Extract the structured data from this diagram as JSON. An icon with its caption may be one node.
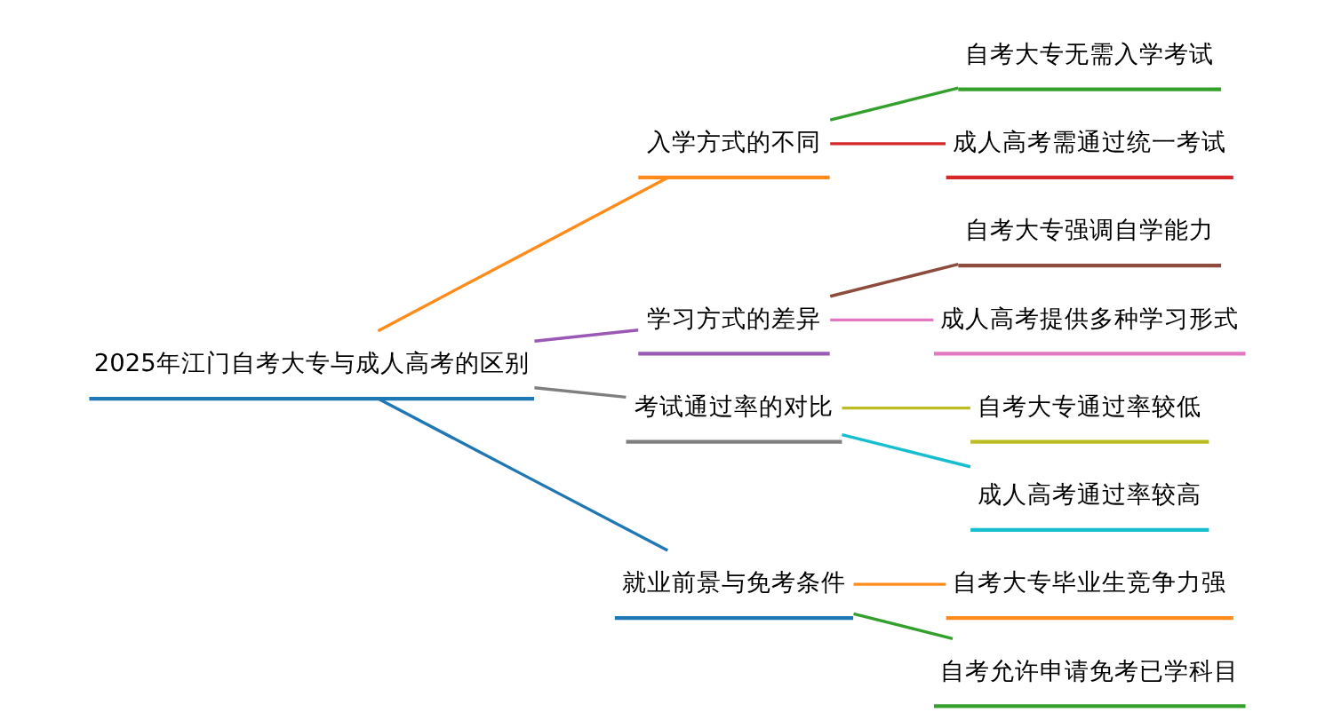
{
  "diagram": {
    "nodes": [
      {
        "text": [
          "2025年江门自考大专与成人高考的区别"
        ]
      },
      {
        "text": [
          "入学方式的不同"
        ]
      },
      {
        "text": [
          "自考大专无需入学考试"
        ]
      },
      {
        "text": [
          "成人高考需通过统一考试"
        ]
      },
      {
        "text": [
          "学习方式的差异"
        ]
      },
      {
        "text": [
          "自考大专强调自学能力"
        ]
      },
      {
        "text": [
          "成人高考提供多种学习形式"
        ]
      },
      {
        "text": [
          "考试通过率的对比"
        ]
      },
      {
        "text": [
          "自考大专通过率较低"
        ]
      },
      {
        "text": [
          "成人高考通过率较高"
        ]
      },
      {
        "text": [
          "就业前景与免考条件"
        ]
      },
      {
        "text": [
          "自考大专毕业生竞争力强"
        ]
      },
      {
        "text": [
          "自考允许申请免考已学科目"
        ]
      }
    ],
    "edges": [
      {
        "from": 0,
        "to": 1,
        "arrow": "none",
        "color": "#ff8c1a"
      },
      {
        "from": 1,
        "to": 2,
        "arrow": "none",
        "color": "#33a02c"
      },
      {
        "from": 1,
        "to": 3,
        "arrow": "none",
        "color": "#d62728"
      },
      {
        "from": 0,
        "to": 4,
        "arrow": "none",
        "color": "#9b59b6"
      },
      {
        "from": 4,
        "to": 5,
        "arrow": "none",
        "color": "#8c4b3c"
      },
      {
        "from": 4,
        "to": 6,
        "arrow": "none",
        "color": "#e377c2"
      },
      {
        "from": 0,
        "to": 7,
        "arrow": "none",
        "color": "#7f7f7f"
      },
      {
        "from": 7,
        "to": 8,
        "arrow": "none",
        "color": "#bcbd22"
      },
      {
        "from": 7,
        "to": 9,
        "arrow": "none",
        "color": "#17becf"
      },
      {
        "from": 0,
        "to": 10,
        "arrow": "none",
        "color": "#1f77b4"
      },
      {
        "from": 10,
        "to": 11,
        "arrow": "none",
        "color": "#ff8c1a"
      },
      {
        "from": 10,
        "to": 12,
        "arrow": "none",
        "color": "#33a02c"
      }
    ]
  }
}
